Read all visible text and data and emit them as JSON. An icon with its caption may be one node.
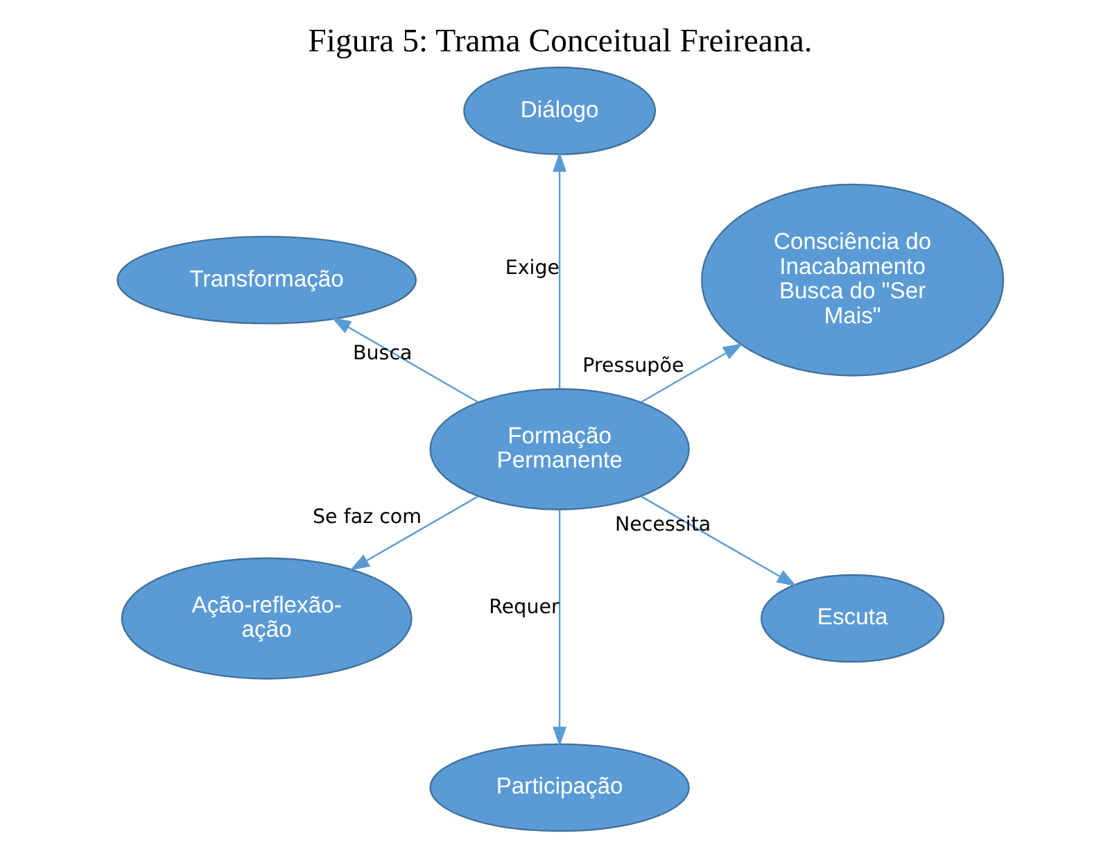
{
  "diagram": {
    "title": "Figura 5: Trama Conceitual Freireana.",
    "nodes": [
      {
        "text": [
          "Consciência do Inacabamento",
          "Busca do \"Ser Mais\""
        ]
      },
      {
        "text": [
          "Escuta"
        ]
      },
      {
        "text": [
          "Formação Permanente"
        ]
      },
      {
        "text": [
          "Diálogo"
        ]
      },
      {
        "text": [
          "Participação"
        ]
      },
      {
        "text": [
          "Transformação"
        ]
      },
      {
        "text": [
          "Ação-reflexão-ação"
        ]
      }
    ],
    "edges": [
      {
        "from": 2,
        "to": 0,
        "arrow": "to",
        "label": "Pressupõe"
      },
      {
        "from": 2,
        "to": 1,
        "arrow": "to",
        "label": "Necessita"
      },
      {
        "from": 2,
        "to": 3,
        "arrow": "to",
        "label": "Exige"
      },
      {
        "from": 2,
        "to": 4,
        "arrow": "to",
        "label": "Requer"
      },
      {
        "from": 2,
        "to": 5,
        "arrow": "to",
        "label": "Busca"
      },
      {
        "from": 2,
        "to": 6,
        "arrow": "to",
        "label": "Se faz com"
      }
    ]
  }
}
